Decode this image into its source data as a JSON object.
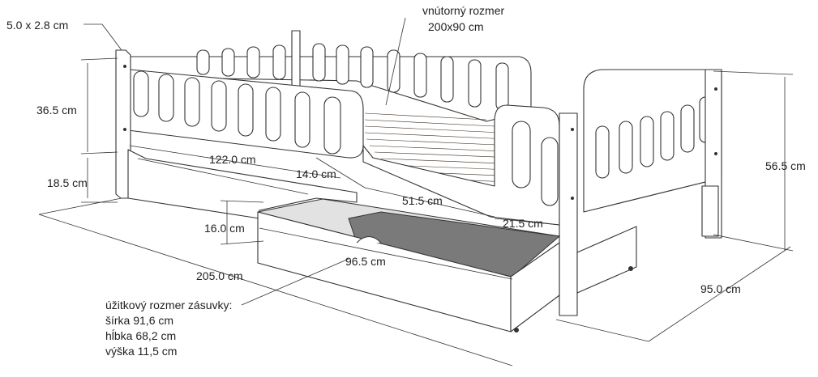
{
  "labels": {
    "corner_post": "5.0 x 2.8 cm",
    "inner_title": "vnútorný rozmer",
    "inner_size": "200x90 cm",
    "rail_height": "36.5 cm",
    "leg_height": "18.5 cm",
    "rail_length": "122.0 cm",
    "gap": "14.0 cm",
    "opening": "51.5 cm",
    "side_end": "21.5 cm",
    "drawer_height": "16.0 cm",
    "drawer_length": "96.5 cm",
    "total_length": "205.0 cm",
    "total_width": "95.0 cm",
    "total_height": "56.5 cm"
  },
  "drawer_info": {
    "title": "úžitkový rozmer zásuvky:",
    "width": "šírka 91,6 cm",
    "depth": "hĺbka 68,2 cm",
    "height": "výška 11,5 cm"
  },
  "colors": {
    "line": "#333333",
    "slats": "#6b5443",
    "drawer_floor": "#7a7a7a"
  }
}
